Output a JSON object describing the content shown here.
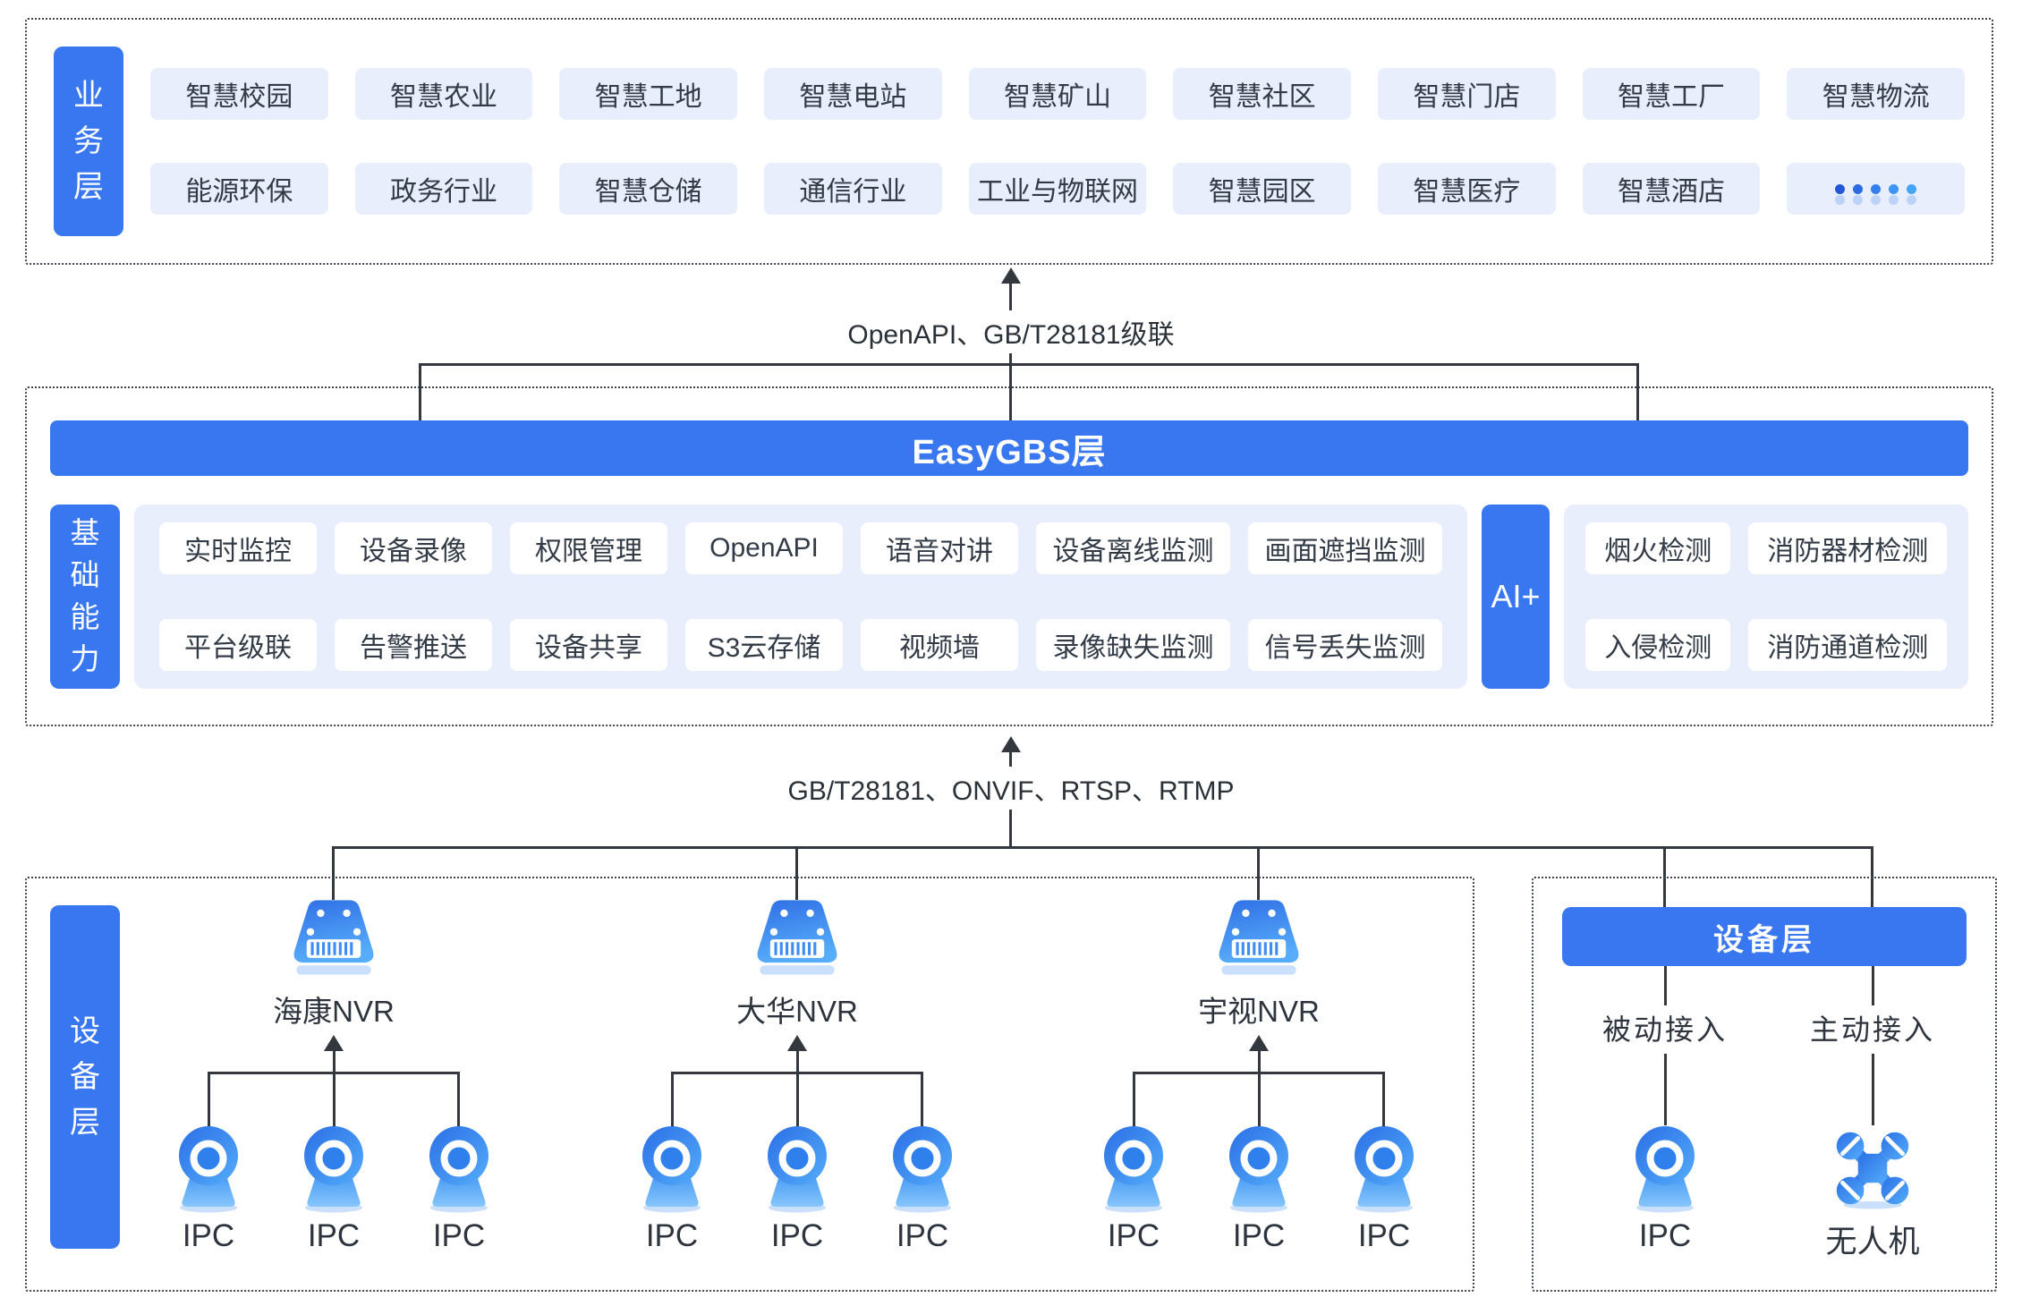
{
  "colors": {
    "accent": "#3877F0",
    "chip-bg": "#E8EEFB",
    "chip-text": "#333B47",
    "text": "#2E343D",
    "line": "#33383F",
    "icon-shadow": "#C9DFFB",
    "background": "#FFFFFF"
  },
  "business": {
    "label": "业务层",
    "row1": [
      "智慧校园",
      "智慧农业",
      "智慧工地",
      "智慧电站",
      "智慧矿山",
      "智慧社区",
      "智慧门店",
      "智慧工厂",
      "智慧物流"
    ],
    "row2": [
      "能源环保",
      "政务行业",
      "智慧仓储",
      "通信行业",
      "工业与物联网",
      "智慧园区",
      "智慧医疗",
      "智慧酒店"
    ],
    "more_icon": "ellipsis-dots-icon",
    "dot_colors": [
      "#2257D6",
      "#2B6AE2",
      "#3380EE",
      "#3B93F4",
      "#44A5F8"
    ]
  },
  "cascade_label": "OpenAPI、GB/T28181级联",
  "gbs": {
    "title": "EasyGBS层",
    "capability_label": "基础能力",
    "cap_row1": [
      "实时监控",
      "设备录像",
      "权限管理",
      "OpenAPI",
      "语音对讲",
      "设备离线监测",
      "画面遮挡监测"
    ],
    "cap_row2": [
      "平台级联",
      "告警推送",
      "设备共享",
      "S3云存储",
      "视频墙",
      "录像缺失监测",
      "信号丢失监测"
    ],
    "ai_label": "AI+",
    "ai_row1": [
      "烟火检测",
      "消防器材检测"
    ],
    "ai_row2": [
      "入侵检测",
      "消防通道检测"
    ]
  },
  "protocol_label": "GB/T28181、ONVIF、RTSP、RTMP",
  "devices": {
    "label": "设备层",
    "groups": [
      {
        "nvr": "海康NVR",
        "icon": "nvr-icon",
        "ipcs": [
          "IPC",
          "IPC",
          "IPC"
        ]
      },
      {
        "nvr": "大华NVR",
        "icon": "nvr-icon",
        "ipcs": [
          "IPC",
          "IPC",
          "IPC"
        ]
      },
      {
        "nvr": "宇视NVR",
        "icon": "nvr-icon",
        "ipcs": [
          "IPC",
          "IPC",
          "IPC"
        ]
      }
    ]
  },
  "direct": {
    "title": "设备层",
    "columns": [
      {
        "access": "被动接入",
        "device": "IPC",
        "icon": "ipc-camera-icon"
      },
      {
        "access": "主动接入",
        "device": "无人机",
        "icon": "drone-icon"
      }
    ]
  }
}
